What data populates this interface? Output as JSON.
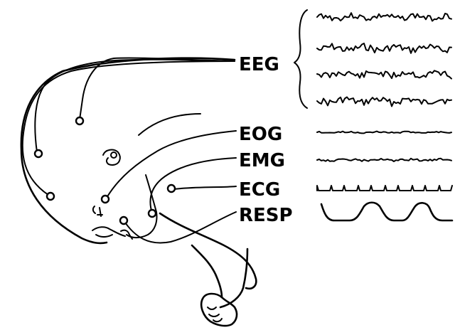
{
  "diagram": {
    "labels": {
      "eeg": "EEG",
      "eog": "EOG",
      "emg": "EMG",
      "ecg": "ECG",
      "resp": "RESP"
    },
    "eeg_channel_count": 4,
    "colors": {
      "ink": "#000000",
      "background": "#ffffff"
    }
  }
}
